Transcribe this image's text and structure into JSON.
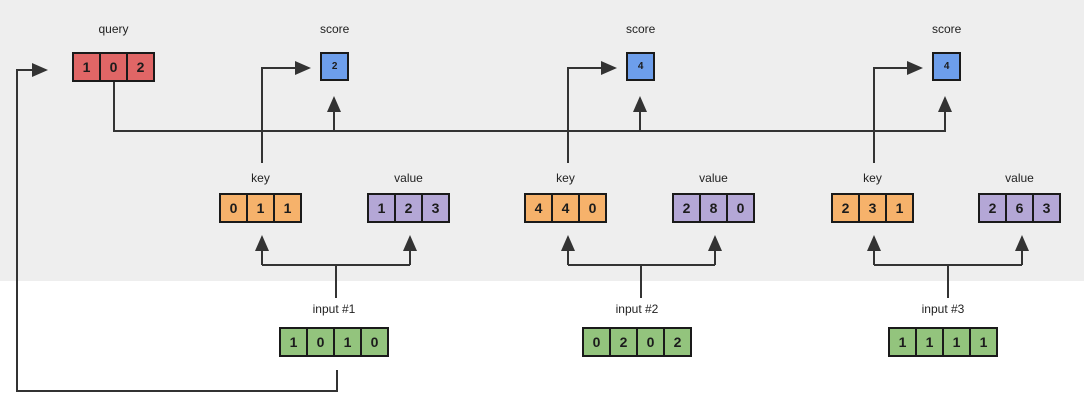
{
  "colors": {
    "query_red": "#e06666",
    "score_blue": "#6d9eeb",
    "key_orange": "#f6b26b",
    "value_purple": "#b4a7d6",
    "input_green": "#93c47d",
    "panel_gray": "#eeeeee",
    "line_dark": "#333333",
    "border_dark": "#1a1a1a"
  },
  "query": {
    "label": "query",
    "cells": [
      "1",
      "0",
      "2"
    ]
  },
  "scores": [
    {
      "label": "score",
      "value": "2"
    },
    {
      "label": "score",
      "value": "4"
    },
    {
      "label": "score",
      "value": "4"
    }
  ],
  "groups": [
    {
      "key": {
        "label": "key",
        "cells": [
          "0",
          "1",
          "1"
        ]
      },
      "value": {
        "label": "value",
        "cells": [
          "1",
          "2",
          "3"
        ]
      },
      "input": {
        "label": "input #1",
        "cells": [
          "1",
          "0",
          "1",
          "0"
        ]
      }
    },
    {
      "key": {
        "label": "key",
        "cells": [
          "4",
          "4",
          "0"
        ]
      },
      "value": {
        "label": "value",
        "cells": [
          "2",
          "8",
          "0"
        ]
      },
      "input": {
        "label": "input #2",
        "cells": [
          "0",
          "2",
          "0",
          "2"
        ]
      }
    },
    {
      "key": {
        "label": "key",
        "cells": [
          "2",
          "3",
          "1"
        ]
      },
      "value": {
        "label": "value",
        "cells": [
          "2",
          "6",
          "3"
        ]
      },
      "input": {
        "label": "input #3",
        "cells": [
          "1",
          "1",
          "1",
          "1"
        ]
      }
    }
  ]
}
